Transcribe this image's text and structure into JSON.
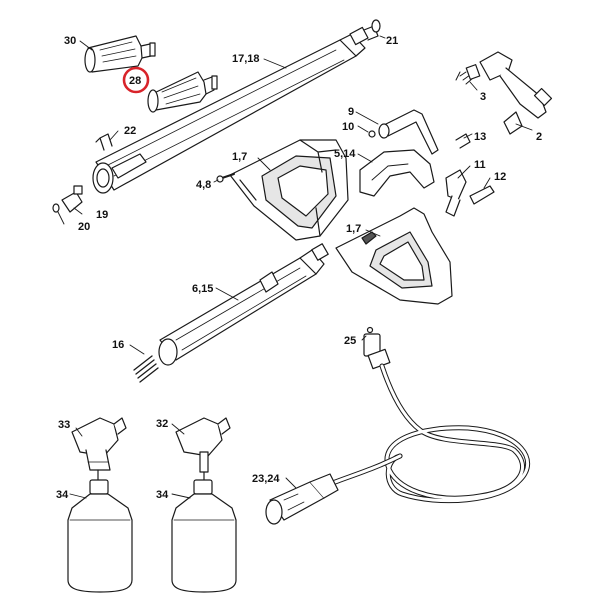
{
  "diagram": {
    "highlight_color": "#d8232a",
    "callouts": {
      "c30": "30",
      "c28": "28",
      "c17_18": "17,18",
      "c21": "21",
      "c22": "22",
      "c1_7_upper": "1,7",
      "c4_8": "4,8",
      "c3": "3",
      "c9": "9",
      "c10": "10",
      "c13": "13",
      "c2": "2",
      "c5_14": "5,14",
      "c11": "11",
      "c12": "12",
      "c19": "19",
      "c20": "20",
      "c1_7_lower": "1,7",
      "c6_15": "6,15",
      "c16": "16",
      "c25": "25",
      "c33": "33",
      "c32": "32",
      "c34_left": "34",
      "c34_right": "34",
      "c23_24": "23,24"
    }
  }
}
